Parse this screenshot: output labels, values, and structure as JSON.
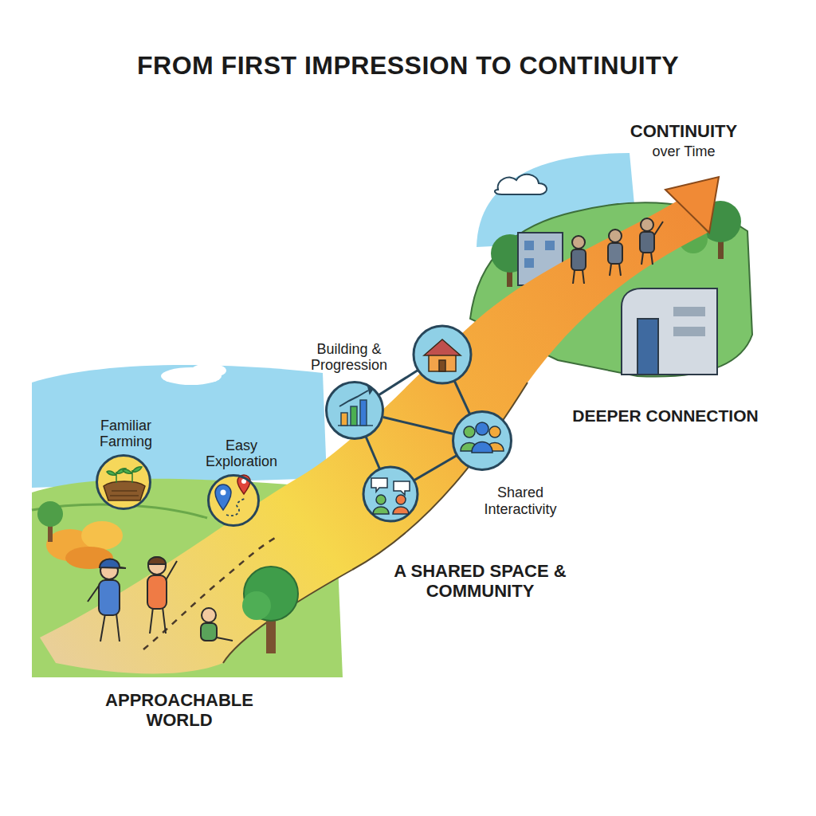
{
  "diagram": {
    "title": "FROM FIRST IMPRESSION TO CONTINUITY",
    "nodes": [
      {
        "text": [
          "Familiar Farming"
        ]
      },
      {
        "text": [
          "Easy Exploration"
        ]
      },
      {
        "text": [
          "Building & Progression"
        ]
      },
      {
        "text": [
          "Shared Interactivity"
        ]
      }
    ],
    "edges": [
      {
        "from": 2,
        "to": 3,
        "arrow": "none"
      }
    ],
    "labels": [
      "CONTINUITY",
      "over Time",
      "DEEPER CONNECTION",
      "A SHARED SPACE & COMMUNITY",
      "APPROACHABLE WORLD"
    ]
  }
}
